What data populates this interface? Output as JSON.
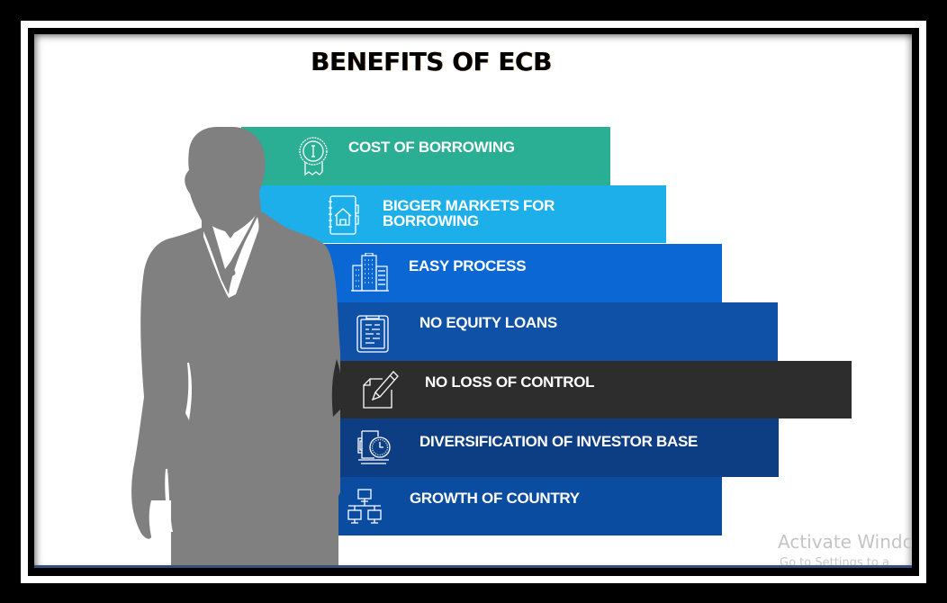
{
  "slide": {
    "title": "BENEFITS OF ECB",
    "benefits": [
      {
        "label": "COST OF BORROWING",
        "icon": "award-badge-icon",
        "color": "#2aae94"
      },
      {
        "label_line1": "BIGGER MARKETS FOR",
        "label_line2": "BORROWING",
        "icon": "address-book-house-icon",
        "color": "#1cafea"
      },
      {
        "label": "EASY PROCESS",
        "icon": "office-buildings-icon",
        "color": "#0b67d3"
      },
      {
        "label": "NO EQUITY LOANS",
        "icon": "clipboard-icon",
        "color": "#0f51a6"
      },
      {
        "label": "NO LOSS OF CONTROL",
        "icon": "pencil-edit-icon",
        "color": "#2d2d2d"
      },
      {
        "label": "DIVERSIFICATION OF INVESTOR BASE",
        "icon": "mug-clock-icon",
        "color": "#0d3d82"
      },
      {
        "label": "GROWTH OF COUNTRY",
        "icon": "network-icon",
        "color": "#0a4c9f"
      }
    ],
    "silhouette_color": "#808080"
  },
  "watermark": {
    "title": "Activate Windo",
    "subtitle": "Go to Settings to a"
  }
}
